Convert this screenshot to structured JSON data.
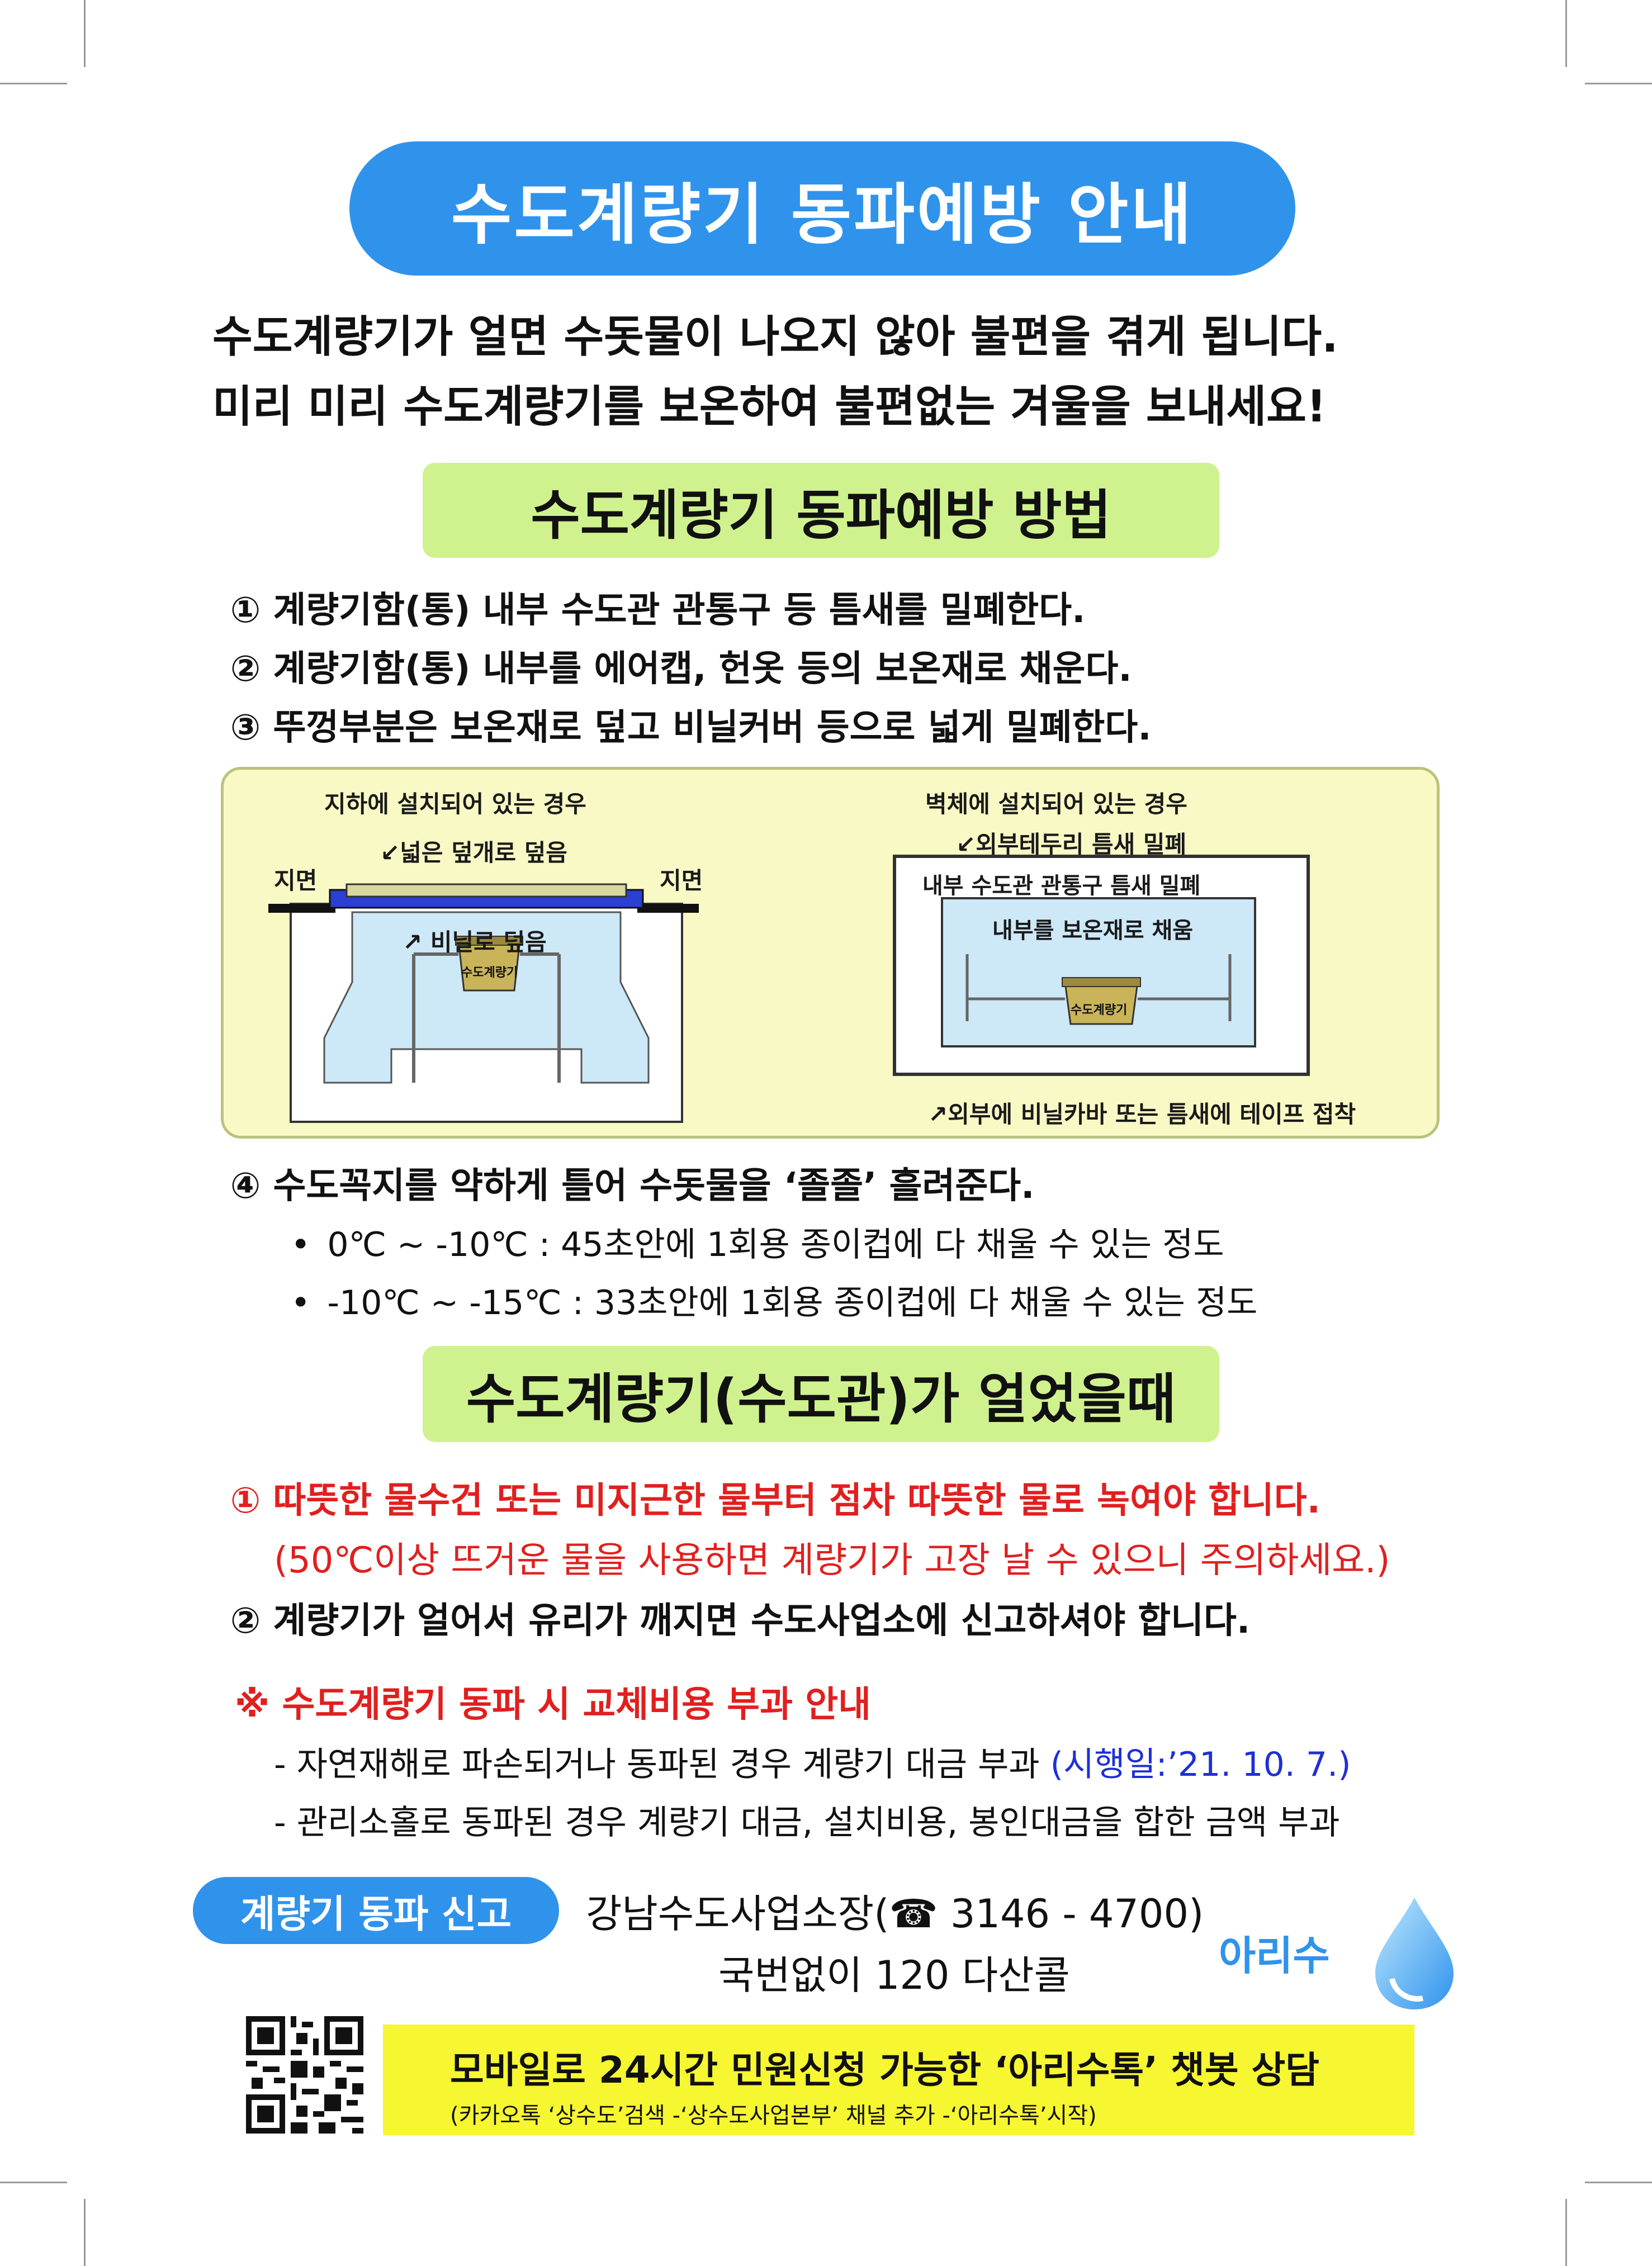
{
  "title": "수도계량기 동파예방 안내",
  "intro": {
    "line1": "수도계량기가 얼면 수돗물이 나오지 않아 불편을 겪게 됩니다.",
    "line2": "미리 미리 수도계량기를 보온하여 불편없는 겨울을 보내세요!"
  },
  "section1": {
    "heading": "수도계량기 동파예방 방법",
    "steps": [
      "① 계량기함(통) 내부 수도관 관통구 등 틈새를 밀폐한다.",
      "② 계량기함(통) 내부를 에어캡, 헌옷 등의 보온재로 채운다.",
      "③ 뚜껑부분은 보온재로 덮고 비닐커버 등으로 넓게 밀폐한다."
    ]
  },
  "diagram": {
    "left": {
      "title": "지하에 설치되어 있는 경우",
      "cover_label": "↙넓은 덮개로 덮음",
      "ground_left": "지면",
      "ground_right": "지면",
      "vinyl_label": "↗ 비닐로 덮음",
      "meter_label": "수도계량기"
    },
    "right": {
      "title": "벽체에 설치되어 있는 경우",
      "outer_label": "↙외부테두리 틈새 밀폐",
      "inner_label": "내부 수도관 관통구 틈새 밀폐",
      "fill_label": "내부를 보온재로 채움",
      "meter_label": "수도계량기",
      "bottom_label": "↗외부에 비닐카바 또는 틈새에 테이프 접착"
    }
  },
  "step4": {
    "text": "④ 수도꼭지를 약하게 틀어 수돗물을 ‘졸졸’ 흘려준다.",
    "bullets": [
      "0℃ ~ -10℃ : 45초안에 1회용 종이컵에 다 채울 수 있는 정도",
      "-10℃ ~ -15℃ : 33초안에 1회용 종이컵에 다 채울 수 있는 정도"
    ]
  },
  "section2": {
    "heading": "수도계량기(수도관)가 얼었을때",
    "item1": "① 따뜻한 물수건 또는 미지근한 물부터 점차 따뜻한 물로 녹여야 합니다.",
    "item1_note": "(50℃이상 뜨거운 물을 사용하면 계량기가 고장 날 수 있으니 주의하세요.)",
    "item2": "② 계량기가 얼어서 유리가 깨지면 수도사업소에 신고하셔야 합니다."
  },
  "notice": {
    "title": "※ 수도계량기 동파 시 교체비용 부과 안내",
    "line1": "- 자연재해로 파손되거나 동파된 경우 계량기 대금 부과",
    "line1_date": "(시행일:’21. 10. 7.)",
    "line2": "- 관리소홀로 동파된 경우 계량기 대금, 설치비용, 봉인대금을 합한 금액 부과"
  },
  "report": {
    "label": "계량기 동파 신고",
    "office": "강남수도사업소장(☎ 3146 - 4700)",
    "call": "국번없이 120 다산콜",
    "logo_text": "아리수"
  },
  "chatbot": {
    "main": "모바일로 24시간 민원신청 가능한 ‘아리수톡’ 챗봇 상담",
    "sub": "(카카오톡 ‘상수도’검색 -‘상수도사업본부’ 채널 추가 -‘아리수톡’시작)"
  },
  "colors": {
    "title_blue": "#2f93ec",
    "header_green": "#cff28e",
    "warning_red": "#e0201f",
    "date_blue": "#1f2fd6",
    "chatbot_yellow": "#f6f631",
    "diagram_bg": "#f8f9c4"
  }
}
